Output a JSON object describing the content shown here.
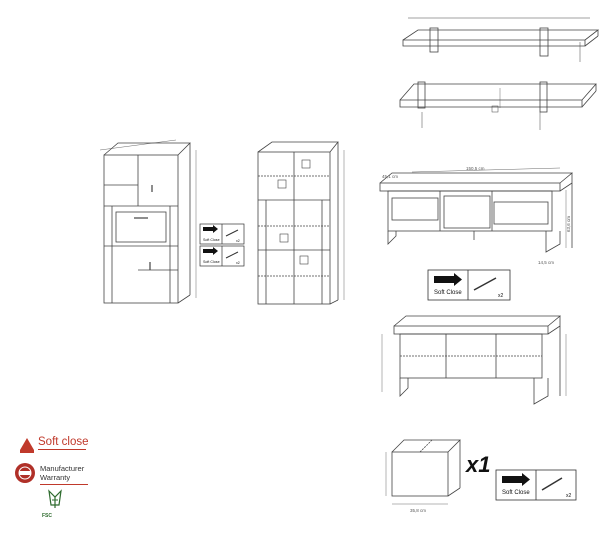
{
  "legend": {
    "soft_close_label": "Soft close",
    "manufacturer_warranty_line1": "Manufacturer",
    "manufacturer_warranty_line2": "Warranty",
    "fsc_label": "FSC"
  },
  "badges": {
    "soft_close": "Soft Close",
    "soft_close_qty": "x2"
  },
  "dimensions": {
    "tv_cabinet_width": "150,5 cm",
    "tv_cabinet_height": "63,6 cm",
    "tv_cabinet_depth": "45,1 cm",
    "tv_cabinet_leg": "14,5 cm",
    "drawer_module_width": "35,8 cm"
  },
  "quantity": {
    "drawer_module_count": "x1"
  },
  "colors": {
    "line": "#333333",
    "accent_red": "#c0392b",
    "fsc_green": "#2e6b2e"
  }
}
